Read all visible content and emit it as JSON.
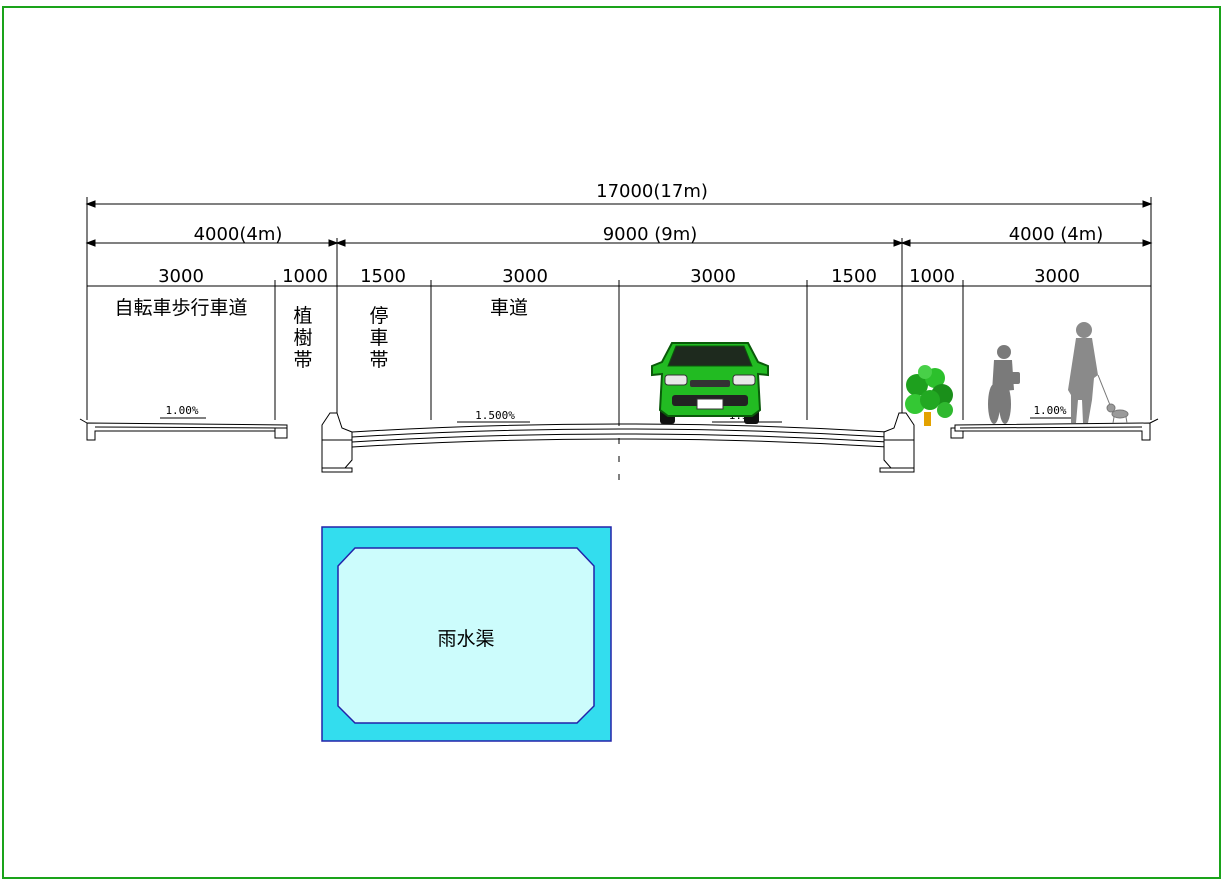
{
  "dimensions": {
    "total": "17000(17m)",
    "left_section": "4000(4m)",
    "center_section": "9000 (9m)",
    "right_section": "4000 (4m)",
    "segments": [
      "3000",
      "1000",
      "1500",
      "3000",
      "3000",
      "1500",
      "1000",
      "3000"
    ]
  },
  "labels": {
    "bike_ped_road": "自転車歩行車道",
    "planting_strip_chars": [
      "植",
      "樹",
      "帯"
    ],
    "parking_strip_chars": [
      "停",
      "車",
      "帯"
    ],
    "roadway": "車道",
    "storm_drain": "雨水渠"
  },
  "slopes": {
    "left": "1.00%",
    "road_left": "1.500%",
    "road_right": "1.5%",
    "right": "1.00%"
  },
  "icons": [
    "car-icon",
    "tree-icon",
    "cyclist-icon",
    "pedestrian-icon",
    "dog-icon"
  ],
  "colors": {
    "frame": "#1aa31a",
    "car": "#22bb22",
    "drain_outer": "#33ddee",
    "drain_inner": "#ccfcfc",
    "drain_border": "#2222aa"
  }
}
